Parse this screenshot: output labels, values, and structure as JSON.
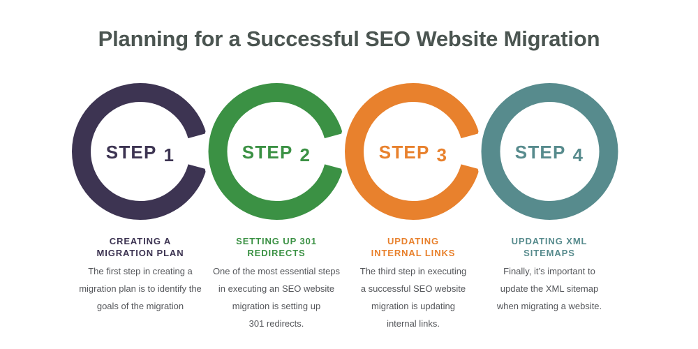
{
  "title": "Planning for a Successful SEO Website Migration",
  "colors": {
    "background": "#ffffff",
    "title_text": "#4b5551",
    "body_text": "#54565a",
    "step1": "#3d3452",
    "step2": "#3b9144",
    "step3": "#e8812d",
    "step4": "#578b8d"
  },
  "steps": [
    {
      "step_word": "STEP",
      "step_number": "1",
      "label": "STEP 1",
      "color": "#3d3452",
      "ring_shape": "open-right",
      "heading_line1": "CREATING A",
      "heading_line2": "MIGRATION PLAN",
      "desc_lines": [
        "The first step in creating a",
        "migration plan is to identify the",
        "goals of the migration"
      ]
    },
    {
      "step_word": "STEP",
      "step_number": "2",
      "label": "STEP 2",
      "color": "#3b9144",
      "ring_shape": "open-right",
      "heading_line1": "SETTING UP 301",
      "heading_line2": "REDIRECTS",
      "desc_lines": [
        "One of the most essential steps",
        "in executing an SEO website",
        "migration is setting up",
        "301 redirects."
      ]
    },
    {
      "step_word": "STEP",
      "step_number": "3",
      "label": "STEP 3",
      "color": "#e8812d",
      "ring_shape": "open-right",
      "heading_line1": "UPDATING",
      "heading_line2": "INTERNAL LINKS",
      "desc_lines": [
        "The third step in executing",
        "a successful SEO website",
        "migration is updating",
        "internal links."
      ]
    },
    {
      "step_word": "STEP",
      "step_number": "4",
      "label": "STEP 4",
      "color": "#578b8d",
      "ring_shape": "closed",
      "heading_line1": "UPDATING XML",
      "heading_line2": "SITEMAPS",
      "desc_lines": [
        "Finally, it’s important to",
        "update the XML sitemap",
        "when migrating a website."
      ]
    }
  ]
}
